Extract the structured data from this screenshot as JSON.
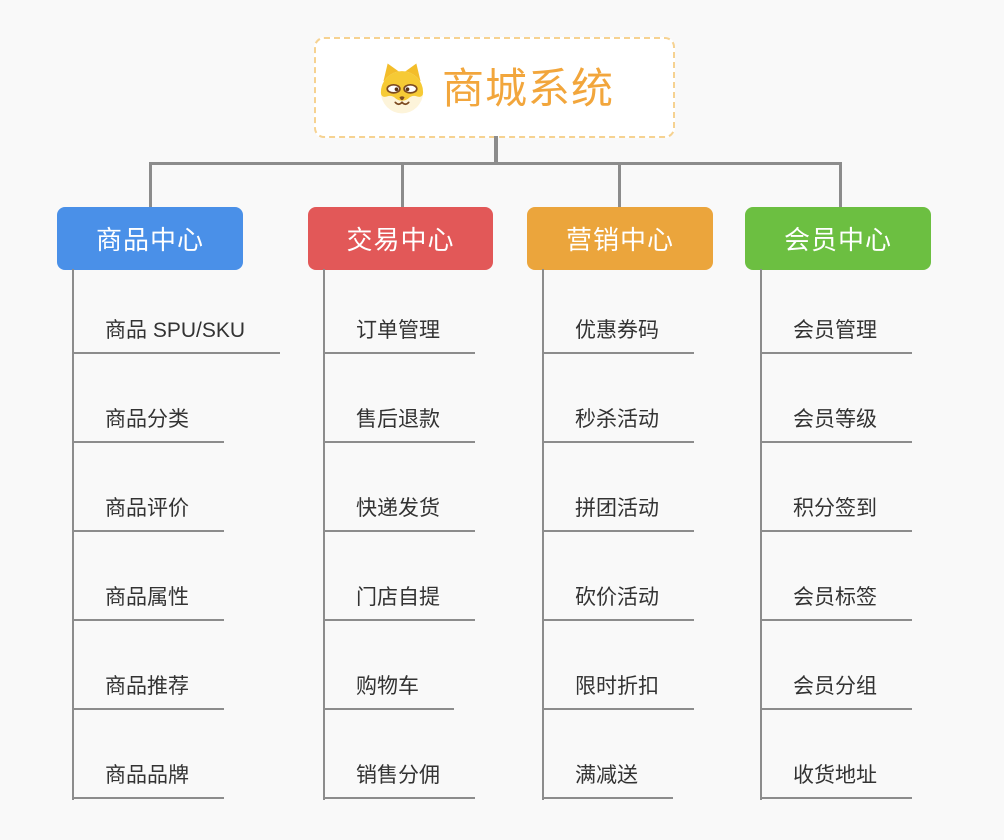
{
  "root": {
    "title": "商城系统",
    "icon": "dog-face-icon"
  },
  "branches": [
    {
      "label": "商品中心",
      "color": "#4a90e8",
      "items": [
        "商品 SPU/SKU",
        "商品分类",
        "商品评价",
        "商品属性",
        "商品推荐",
        "商品品牌"
      ]
    },
    {
      "label": "交易中心",
      "color": "#e25858",
      "items": [
        "订单管理",
        "售后退款",
        "快递发货",
        "门店自提",
        "购物车",
        "销售分佣"
      ]
    },
    {
      "label": "营销中心",
      "color": "#eba53c",
      "items": [
        "优惠券码",
        "秒杀活动",
        "拼团活动",
        "砍价活动",
        "限时折扣",
        "满减送"
      ]
    },
    {
      "label": "会员中心",
      "color": "#6cbf41",
      "items": [
        "会员管理",
        "会员等级",
        "积分签到",
        "会员标签",
        "会员分组",
        "收货地址"
      ]
    }
  ],
  "colors": {
    "root_accent": "#f2a63c",
    "root_border": "#f6d291",
    "connector_gray": "#8c8c8c",
    "topic_text": "#333333",
    "canvas_background": "#f9f9f9"
  }
}
